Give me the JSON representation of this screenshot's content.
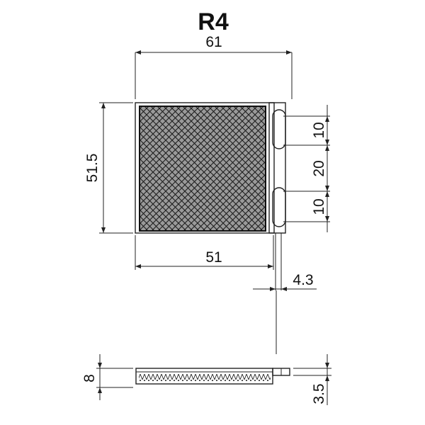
{
  "title": "R4",
  "dimensions": {
    "overall_width": "61",
    "height": "51.5",
    "inner_width": "51",
    "slot_top": "10",
    "slot_spacing": "20",
    "slot_bottom": "10",
    "tab_width": "4.3",
    "side_height": "8",
    "side_thickness": "3.5"
  }
}
